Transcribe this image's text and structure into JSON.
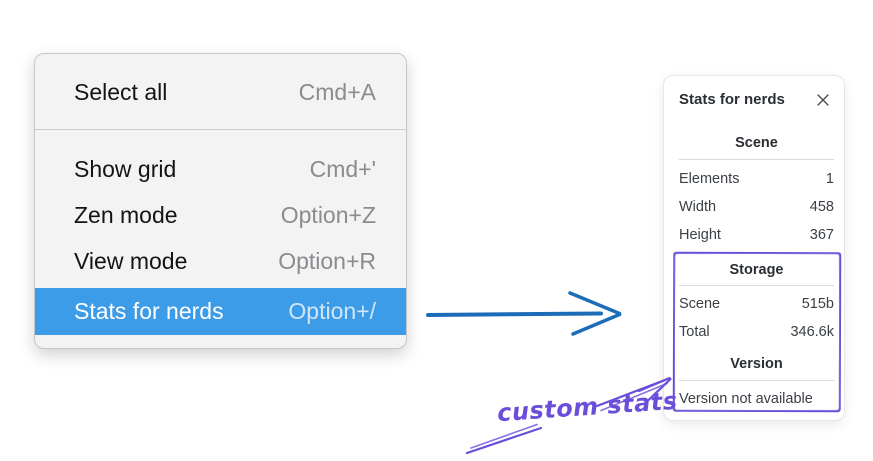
{
  "context_menu": {
    "groups": [
      {
        "items": [
          {
            "label": "Select all",
            "shortcut": "Cmd+A"
          }
        ]
      },
      {
        "items": [
          {
            "label": "Show grid",
            "shortcut": "Cmd+'"
          },
          {
            "label": "Zen mode",
            "shortcut": "Option+Z"
          },
          {
            "label": "View mode",
            "shortcut": "Option+R"
          },
          {
            "label": "Stats for nerds",
            "shortcut": "Option+/",
            "highlighted": true
          }
        ]
      }
    ]
  },
  "stats_panel": {
    "title": "Stats for nerds",
    "scene": {
      "heading": "Scene",
      "rows": [
        {
          "label": "Elements",
          "value": "1"
        },
        {
          "label": "Width",
          "value": "458"
        },
        {
          "label": "Height",
          "value": "367"
        }
      ]
    },
    "storage": {
      "heading": "Storage",
      "rows": [
        {
          "label": "Scene",
          "value": "515b"
        },
        {
          "label": "Total",
          "value": "346.6k"
        }
      ]
    },
    "version": {
      "heading": "Version",
      "note": "Version not available"
    }
  },
  "annotation": {
    "label": "custom stats"
  },
  "colors": {
    "menu_highlight": "#3d9ce8",
    "arrow_blue": "#1d6cb8",
    "annotation_purple": "#6a4ed9",
    "menu_background": "#f3f3f4",
    "panel_text": "#3a4046"
  }
}
